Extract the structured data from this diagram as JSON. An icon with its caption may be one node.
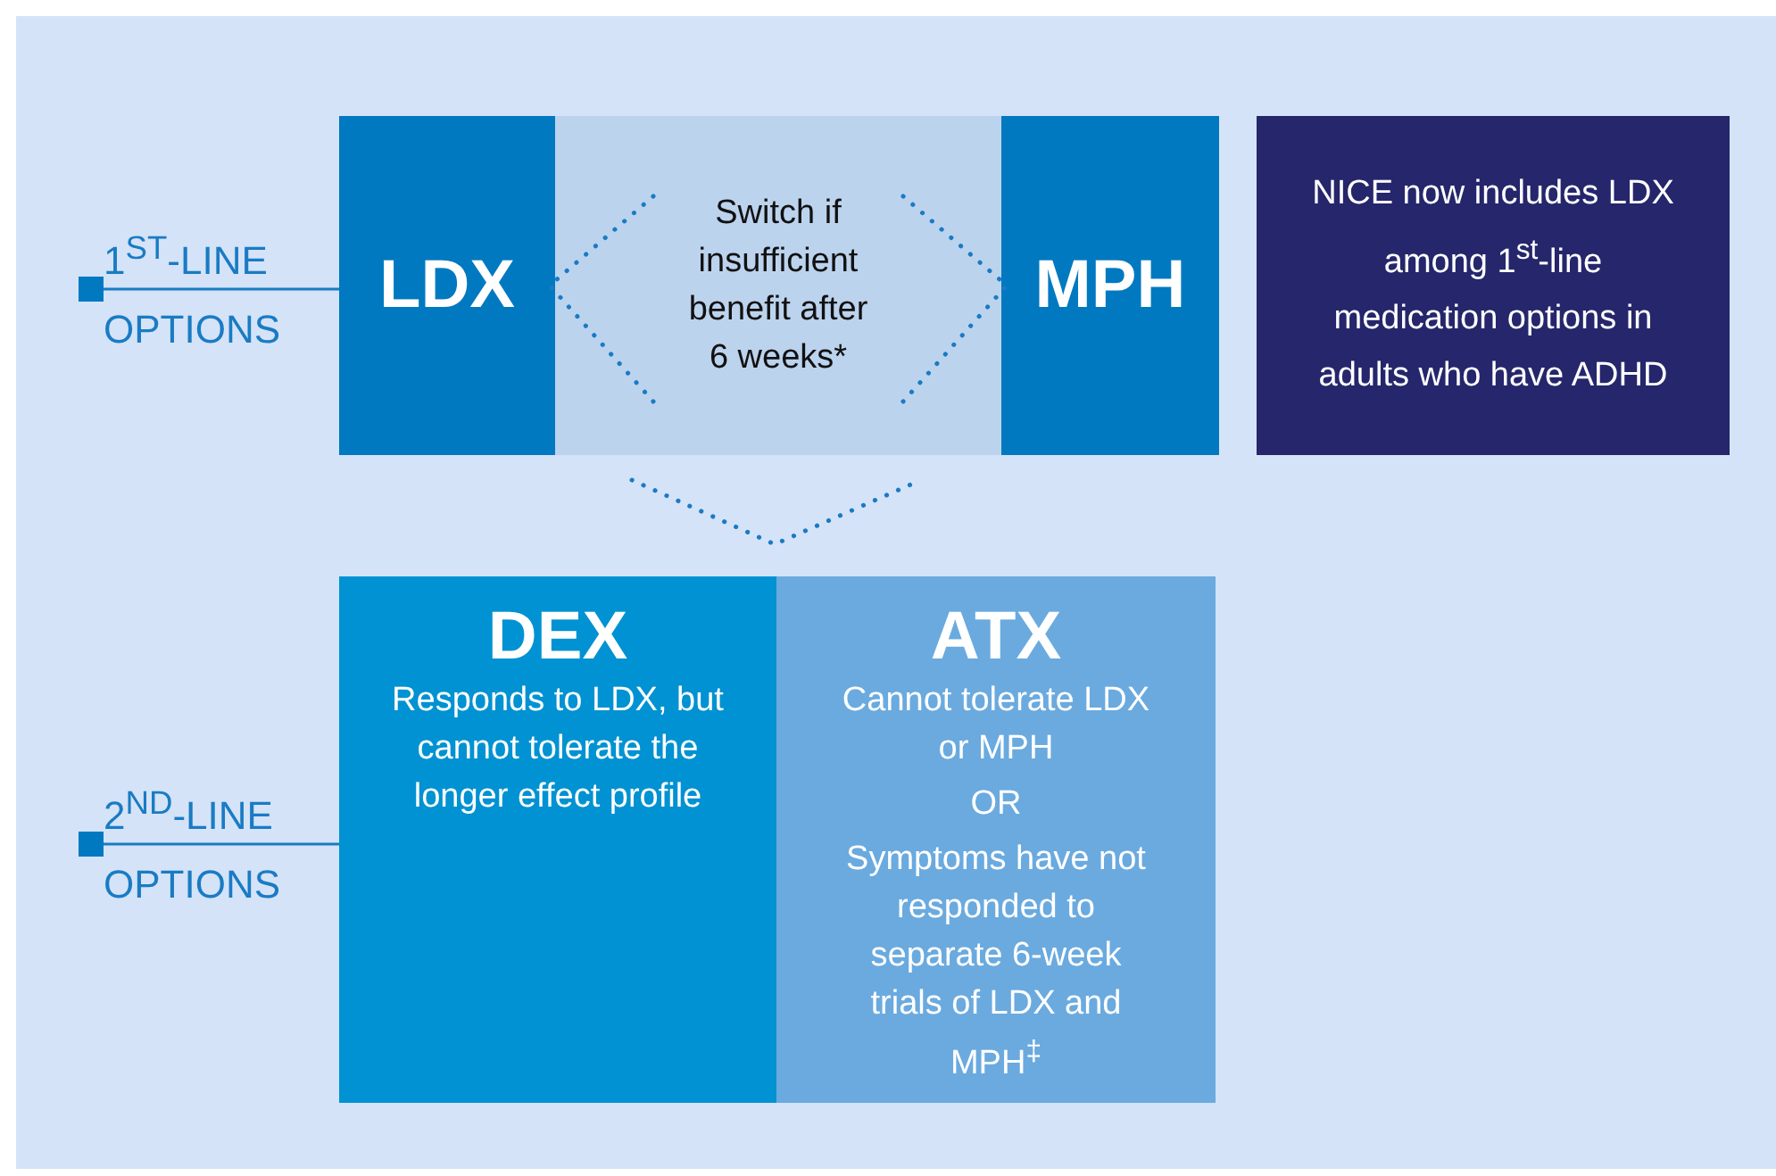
{
  "diagram": {
    "nodes": [
      {
        "text": [
          "1$^{ST}$-LINE OPTIONS"
        ]
      },
      {
        "text": [
          "LDX"
        ]
      },
      {
        "text": [
          "Switch if insufficient benefit after 6 weeks*"
        ]
      },
      {
        "text": [
          "MPH"
        ]
      },
      {
        "text": [
          "NICE now includes LDX among 1$^{st}$-line medication options in adults who have ADHD"
        ]
      },
      {
        "text": [
          "2$^{ND}$-LINE OPTIONS"
        ]
      },
      {
        "text": [
          "DEX",
          "Responds to LDX, but cannot tolerate the longer effect profile"
        ]
      },
      {
        "text": [
          "ATX",
          "Cannot tolerate LDX or MPH",
          "OR",
          "Symptoms have not responded to separate 6-week trials of LDX and MPH$^{‡}$"
        ]
      }
    ],
    "edges": [
      {
        "from": 0,
        "to": 1,
        "arrow": "other"
      },
      {
        "from": 5,
        "to": 6,
        "arrow": "other"
      },
      {
        "from": 2,
        "to": 1,
        "arrow": "none",
        "style": "dashed"
      },
      {
        "from": 2,
        "to": 3,
        "arrow": "none",
        "style": "dashed"
      },
      {
        "from": 2,
        "to": null,
        "arrow": "none",
        "style": "dashed"
      }
    ]
  }
}
